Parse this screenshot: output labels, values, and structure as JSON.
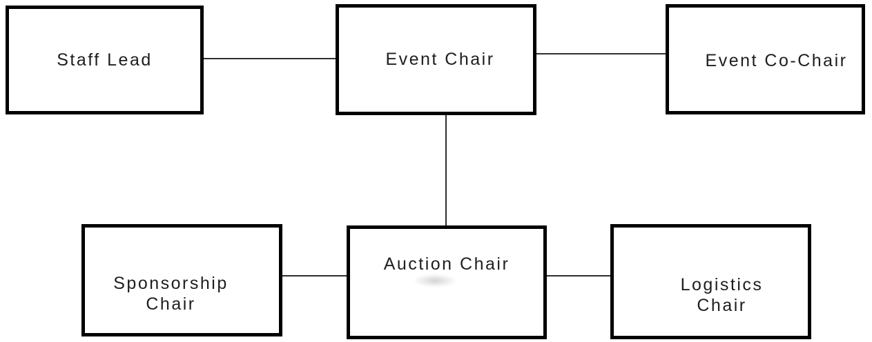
{
  "diagram": {
    "type": "org-chart",
    "colors": {
      "background": "#ffffff",
      "box_border": "#000000",
      "connector": "#2e2e2e",
      "text": "#1e1e1e"
    },
    "nodes": [
      {
        "id": "staff-lead",
        "label": "Staff Lead",
        "lines": [
          "Staff Lead"
        ]
      },
      {
        "id": "event-chair",
        "label": "Event Chair",
        "lines": [
          "Event Chair"
        ]
      },
      {
        "id": "event-co-chair",
        "label": "Event Co-Chair",
        "lines": [
          "Event Co-Chair"
        ]
      },
      {
        "id": "sponsorship-chair",
        "label": "Sponsorship Chair",
        "lines": [
          "Sponsorship",
          "Chair"
        ]
      },
      {
        "id": "auction-chair",
        "label": "Auction Chair",
        "lines": [
          "Auction Chair"
        ]
      },
      {
        "id": "logistics-chair",
        "label": "Logistics Chair",
        "lines": [
          "Logistics",
          "Chair"
        ]
      }
    ],
    "edges": [
      {
        "from": "Staff Lead",
        "to": "Event Chair",
        "orientation": "horizontal"
      },
      {
        "from": "Event Chair",
        "to": "Event Co-Chair",
        "orientation": "horizontal"
      },
      {
        "from": "Event Chair",
        "to": "Auction Chair",
        "orientation": "vertical"
      },
      {
        "from": "Sponsorship Chair",
        "to": "Auction Chair",
        "orientation": "horizontal"
      },
      {
        "from": "Auction Chair",
        "to": "Logistics Chair",
        "orientation": "horizontal"
      }
    ]
  }
}
